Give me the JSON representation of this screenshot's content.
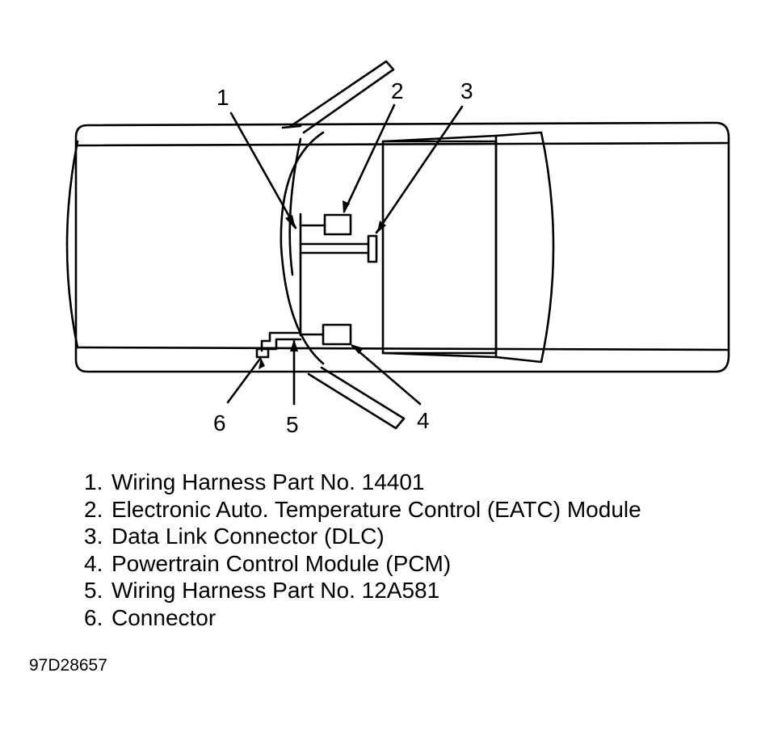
{
  "callouts": [
    "1",
    "2",
    "3",
    "4",
    "5",
    "6"
  ],
  "legend": [
    {
      "num": "1.",
      "text": "Wiring Harness Part No. 14401"
    },
    {
      "num": "2.",
      "text": "Electronic Auto. Temperature Control (EATC) Module"
    },
    {
      "num": "3.",
      "text": "Data Link Connector (DLC)"
    },
    {
      "num": "4.",
      "text": "Powertrain Control Module (PCM)"
    },
    {
      "num": "5.",
      "text": "Wiring Harness Part No. 12A581"
    },
    {
      "num": "6.",
      "text": "Connector"
    }
  ],
  "figure_id": "97D28657"
}
